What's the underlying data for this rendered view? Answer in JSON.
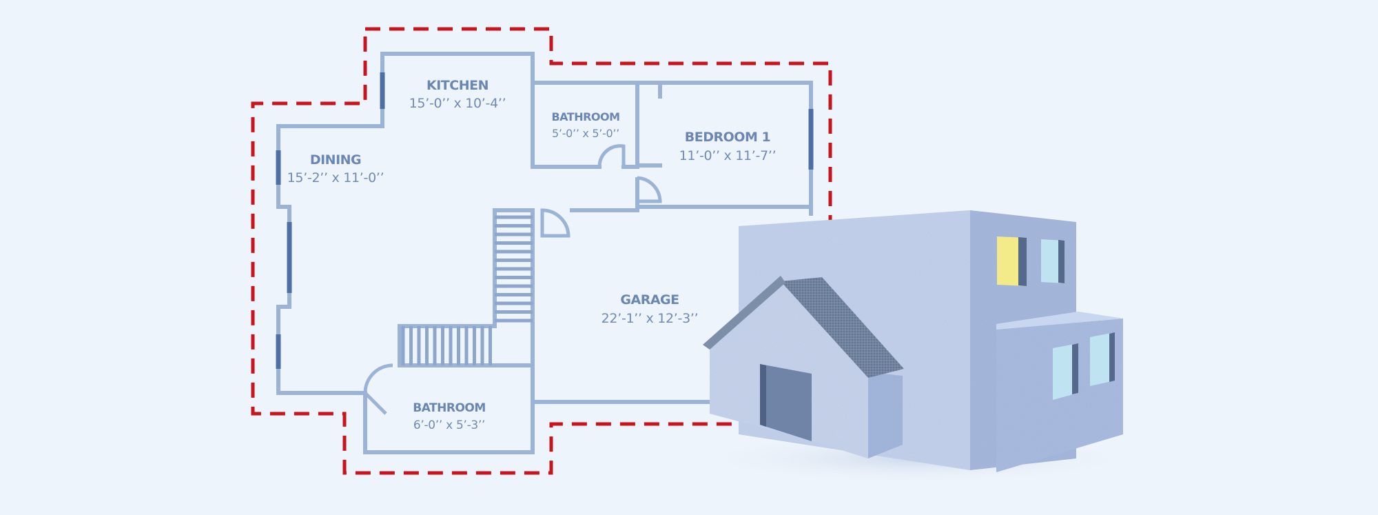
{
  "rooms": [
    {
      "id": "kitchen",
      "name": "KITCHEN",
      "dims": "15’-0’’ x 10’-4’’"
    },
    {
      "id": "bathroom1",
      "name": "BATHROOM",
      "dims": "5’-0’’ x 5’-0’’"
    },
    {
      "id": "bedroom1",
      "name": "BEDROOM 1",
      "dims": "11’-0’’ x 11’-7’’"
    },
    {
      "id": "dining",
      "name": "DINING",
      "dims": "15’-2’’ x 11’-0’’"
    },
    {
      "id": "garage",
      "name": "GARAGE",
      "dims": "22’-1’’ x 12’-3’’"
    },
    {
      "id": "bathroom2",
      "name": "BATHROOM",
      "dims": "6’-0’’ x 5’-3’’"
    }
  ],
  "colors": {
    "background": "#eef4fb",
    "wall": "#9bb3d6",
    "window": "#4e6ea6",
    "boundary": "#c8141c",
    "label": "#6a86b3",
    "house_front": "#bccbe8",
    "house_side": "#9fb2d9",
    "house_roof": "#6d7f9c",
    "lit_window": "#f3ea8a",
    "glass": "#bfe3f0"
  },
  "icons": {
    "boundary": "dashed-property-line",
    "stairs": "staircase-icon",
    "house": "3d-house-illustration"
  }
}
